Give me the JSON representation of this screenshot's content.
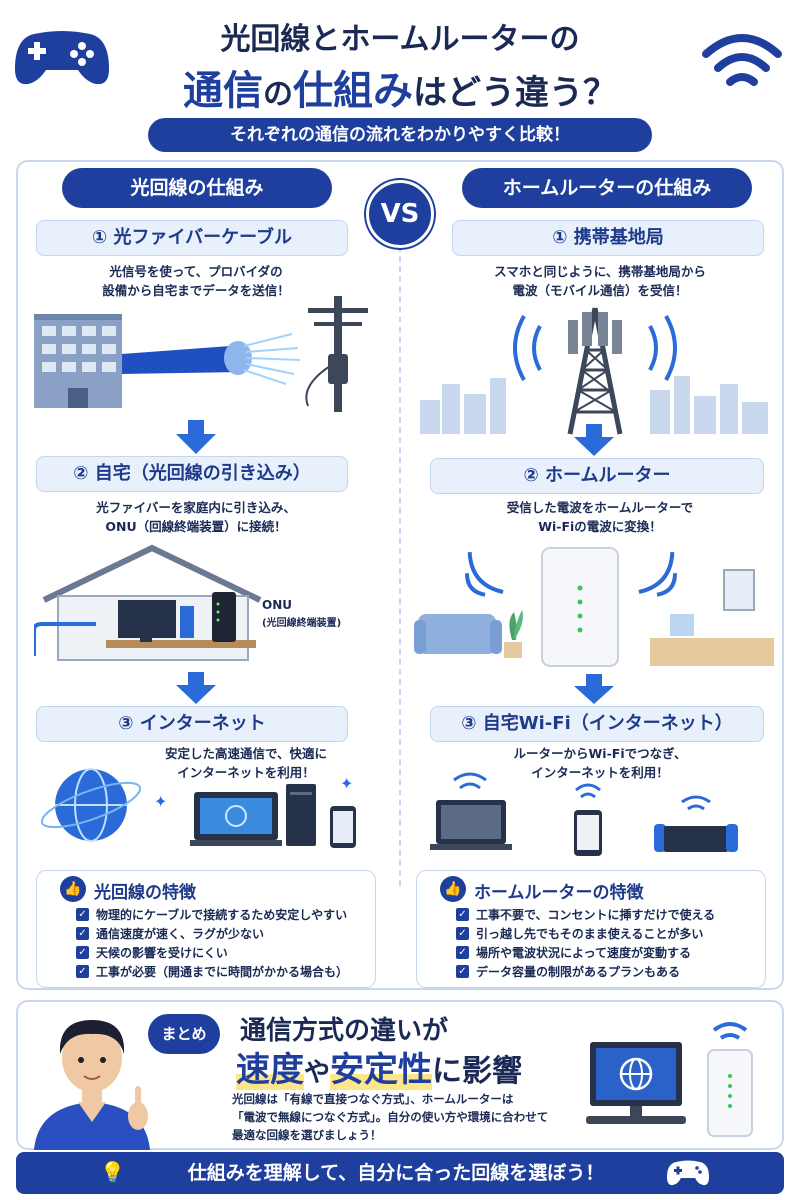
{
  "title": {
    "line1": "光回線とホームルーターの",
    "line2_part1": "通信",
    "line2_part2": "の",
    "line2_part3": "仕組み",
    "line2_part4": "はどう違う？",
    "subtitle": "それぞれの通信の流れをわかりやすく比較！"
  },
  "vs": "VS",
  "left": {
    "header": "光回線の仕組み",
    "step1": {
      "title": "① 光ファイバーケーブル",
      "desc1": "光信号を使って、プロバイダの",
      "desc2": "設備から自宅までデータを送信！"
    },
    "step2": {
      "title": "② 自宅（光回線の引き込み）",
      "desc1": "光ファイバーを家庭内に引き込み、",
      "desc2": "ONU（回線終端装置）に接続！",
      "onu_label": "ONU",
      "onu_sub": "(光回線終端装置)"
    },
    "step3": {
      "title": "③ インターネット",
      "desc1": "安定した高速通信で、快適に",
      "desc2": "インターネットを利用！"
    },
    "features": {
      "title": "光回線の特徴",
      "items": [
        "物理的にケーブルで接続するため安定しやすい",
        "通信速度が速く、ラグが少ない",
        "天候の影響を受けにくい",
        "工事が必要（開通までに時間がかかる場合も）"
      ]
    }
  },
  "right": {
    "header": "ホームルーターの仕組み",
    "step1": {
      "title": "① 携帯基地局",
      "desc1": "スマホと同じように、携帯基地局から",
      "desc2": "電波（モバイル通信）を受信！"
    },
    "step2": {
      "title": "② ホームルーター",
      "desc1": "受信した電波をホームルーターで",
      "desc2": "Wi-Fiの電波に変換！"
    },
    "step3": {
      "title": "③ 自宅Wi-Fi（インターネット）",
      "desc1": "ルーターからWi-Fiでつなぎ、",
      "desc2": "インターネットを利用！"
    },
    "features": {
      "title": "ホームルーターの特徴",
      "items": [
        "工事不要で、コンセントに挿すだけで使える",
        "引っ越し先でもそのまま使えることが多い",
        "場所や電波状況によって速度が変動する",
        "データ容量の制限があるプランもある"
      ]
    }
  },
  "summary": {
    "badge": "まとめ",
    "heading1": "通信方式の違いが",
    "heading2_a": "速度",
    "heading2_b": "や",
    "heading2_c": "安定性",
    "heading2_d": "に影響",
    "body1": "光回線は「有線で直接つなぐ方式」、ホームルーターは",
    "body2": "「電波で無線につなぐ方式」。自分の使い方や環境に合わせて",
    "body3": "最適な回線を選びましょう！"
  },
  "footer": "仕組みを理解して、自分に合った回線を選ぼう！",
  "colors": {
    "navy": "#1f3f9e",
    "blue": "#2a62c9",
    "light": "#e8f0fb",
    "yellow": "#fde68a"
  }
}
